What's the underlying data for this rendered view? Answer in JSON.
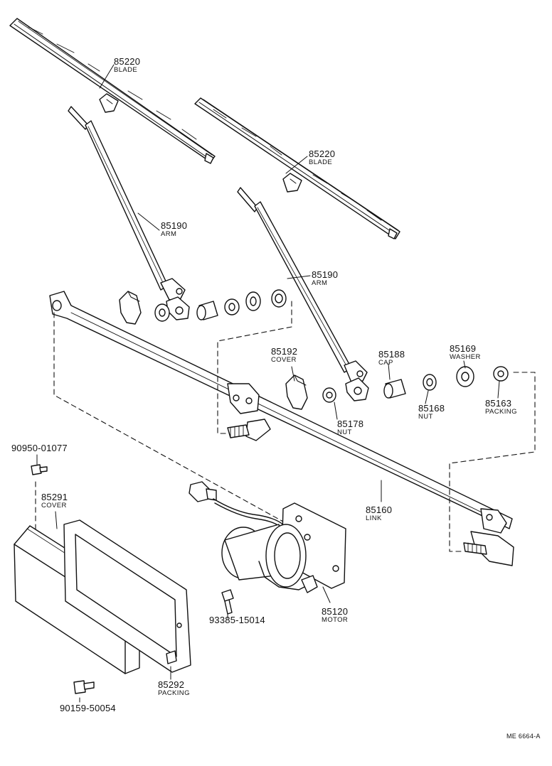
{
  "figure_code": "ME 6664-A",
  "callouts": {
    "blade_left": {
      "number": "85220",
      "name": "BLADE"
    },
    "blade_right": {
      "number": "85220",
      "name": "BLADE"
    },
    "arm_left": {
      "number": "85190",
      "name": "ARM"
    },
    "arm_right": {
      "number": "85190",
      "name": "ARM"
    },
    "cover_small": {
      "number": "85192",
      "name": "COVER"
    },
    "nut_178": {
      "number": "85178",
      "name": "NUT"
    },
    "cap": {
      "number": "85188",
      "name": "CAP"
    },
    "washer": {
      "number": "85169",
      "name": "WASHER"
    },
    "nut_168": {
      "number": "85168",
      "name": "NUT"
    },
    "packing_163": {
      "number": "85163",
      "name": "PACKING"
    },
    "link": {
      "number": "85160",
      "name": "LINK"
    },
    "bolt_top": {
      "number": "90950-01077"
    },
    "cover_large": {
      "number": "85291",
      "name": "COVER"
    },
    "motor": {
      "number": "85120",
      "name": "MOTOR"
    },
    "bolt_motor": {
      "number": "93385-15014"
    },
    "packing_292": {
      "number": "85292",
      "name": "PACKING"
    },
    "bolt_bottom": {
      "number": "90159-50054"
    }
  }
}
